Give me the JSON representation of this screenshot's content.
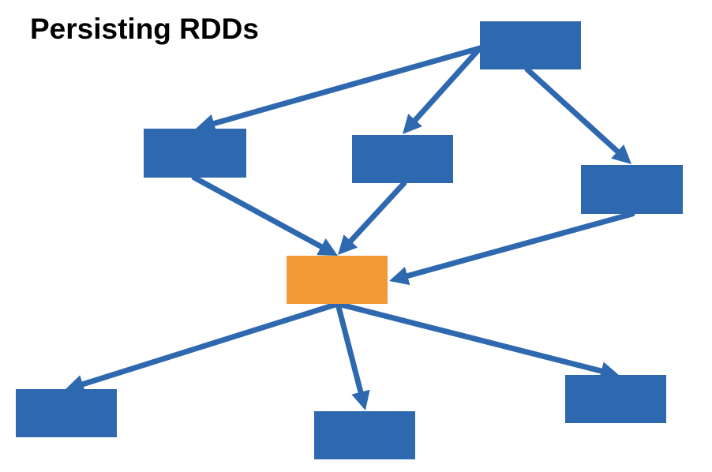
{
  "slide": {
    "title": "Persisting RDDs"
  },
  "colors": {
    "node_default": "#2E68AF",
    "node_persisted": "#F29A36",
    "edge": "#2E68AF"
  },
  "nodes": [
    {
      "id": "source",
      "state": "default"
    },
    {
      "id": "child-left",
      "state": "default"
    },
    {
      "id": "child-middle",
      "state": "default"
    },
    {
      "id": "child-right",
      "state": "default"
    },
    {
      "id": "persisted",
      "state": "persisted"
    },
    {
      "id": "output-left",
      "state": "default"
    },
    {
      "id": "output-middle",
      "state": "default"
    },
    {
      "id": "output-right",
      "state": "default"
    }
  ],
  "edges": [
    {
      "from": "source",
      "to": "child-left"
    },
    {
      "from": "source",
      "to": "child-middle"
    },
    {
      "from": "source",
      "to": "child-right"
    },
    {
      "from": "child-left",
      "to": "persisted"
    },
    {
      "from": "child-middle",
      "to": "persisted"
    },
    {
      "from": "child-right",
      "to": "persisted"
    },
    {
      "from": "persisted",
      "to": "output-left"
    },
    {
      "from": "persisted",
      "to": "output-middle"
    },
    {
      "from": "persisted",
      "to": "output-right"
    }
  ]
}
